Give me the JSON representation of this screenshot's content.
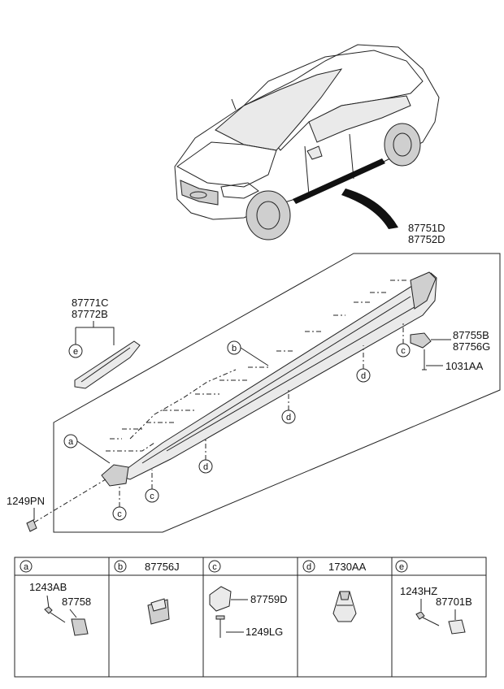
{
  "main_labels": {
    "side_sill_lh": "87751D",
    "side_sill_rh": "87752D",
    "garnish_lh": "87771C",
    "garnish_rh": "87772B",
    "bracket_lh": "87755B",
    "bracket_rh": "87756G",
    "stud": "1031AA",
    "screw": "1249PN"
  },
  "callouts": {
    "a": "a",
    "b": "b",
    "c": "c",
    "d": "d",
    "e": "e"
  },
  "legend": [
    {
      "key": "a",
      "title": "",
      "parts": [
        "1243AB",
        "87758"
      ]
    },
    {
      "key": "b",
      "title": "87756J",
      "parts": []
    },
    {
      "key": "c",
      "title": "",
      "parts": [
        "87759D",
        "1249LG"
      ]
    },
    {
      "key": "d",
      "title": "1730AA",
      "parts": []
    },
    {
      "key": "e",
      "title": "",
      "parts": [
        "1243HZ",
        "87701B"
      ]
    }
  ]
}
